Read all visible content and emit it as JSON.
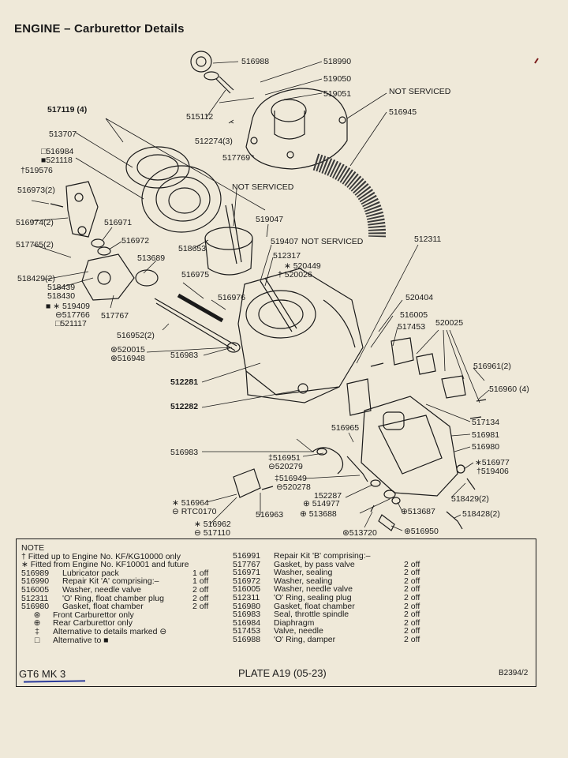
{
  "title": "ENGINE – Carburettor  Details",
  "labels": [
    {
      "id": "516988",
      "text": "516988"
    },
    {
      "id": "518990",
      "text": "518990"
    },
    {
      "id": "519050",
      "text": "519050"
    },
    {
      "id": "519051",
      "text": "519051"
    },
    {
      "id": "not_serviced_1",
      "text": "NOT SERVICED"
    },
    {
      "id": "516945",
      "text": "516945"
    },
    {
      "id": "515112",
      "text": "515112"
    },
    {
      "id": "517119",
      "text": "517119 (4)"
    },
    {
      "id": "513707",
      "text": "513707"
    },
    {
      "id": "516984",
      "text": "□516984"
    },
    {
      "id": "521118",
      "text": "■521118"
    },
    {
      "id": "519576",
      "text": "†519576"
    },
    {
      "id": "512274",
      "text": "512274(3)"
    },
    {
      "id": "517769",
      "text": "517769"
    },
    {
      "id": "not_serviced_2",
      "text": "NOT SERVICED"
    },
    {
      "id": "516973",
      "text": "516973(2)"
    },
    {
      "id": "516974",
      "text": "516974(2)"
    },
    {
      "id": "516971",
      "text": "516971"
    },
    {
      "id": "519047",
      "text": "519047"
    },
    {
      "id": "517765",
      "text": "517765(2)"
    },
    {
      "id": "516972",
      "text": "516972"
    },
    {
      "id": "518653",
      "text": "518653"
    },
    {
      "id": "519407",
      "text": "519407"
    },
    {
      "id": "not_serviced_3",
      "text": "NOT SERVICED"
    },
    {
      "id": "512311",
      "text": "512311"
    },
    {
      "id": "513689",
      "text": "513689"
    },
    {
      "id": "512317",
      "text": "512317"
    },
    {
      "id": "520449",
      "text": "∗ 520449"
    },
    {
      "id": "520026",
      "text": "† 520026"
    },
    {
      "id": "518429a",
      "text": "518429(2)"
    },
    {
      "id": "516975",
      "text": "516975"
    },
    {
      "id": "518439",
      "text": "518439"
    },
    {
      "id": "518430",
      "text": "518430"
    },
    {
      "id": "516976",
      "text": "516976"
    },
    {
      "id": "520404",
      "text": "520404"
    },
    {
      "id": "519409",
      "text": "■ ∗ 519409"
    },
    {
      "id": "517766",
      "text": "⊖517766"
    },
    {
      "id": "521117",
      "text": "□521117"
    },
    {
      "id": "517767",
      "text": "517767"
    },
    {
      "id": "516005",
      "text": "516005"
    },
    {
      "id": "517453",
      "text": "517453"
    },
    {
      "id": "520025",
      "text": "520025"
    },
    {
      "id": "516952",
      "text": "516952(2)"
    },
    {
      "id": "520015",
      "text": "⊛520015"
    },
    {
      "id": "516948",
      "text": "⊕516948"
    },
    {
      "id": "516983a",
      "text": "516983"
    },
    {
      "id": "516961",
      "text": "516961(2)"
    },
    {
      "id": "516960",
      "text": "516960 (4)"
    },
    {
      "id": "512281",
      "text": "512281"
    },
    {
      "id": "512282",
      "text": "512282"
    },
    {
      "id": "517134",
      "text": "517134"
    },
    {
      "id": "516965",
      "text": "516965"
    },
    {
      "id": "516981",
      "text": "516981"
    },
    {
      "id": "516980",
      "text": "516980"
    },
    {
      "id": "516983b",
      "text": "516983"
    },
    {
      "id": "516951",
      "text": "‡516951"
    },
    {
      "id": "520279",
      "text": "⊖520279"
    },
    {
      "id": "516977",
      "text": "∗516977"
    },
    {
      "id": "519406",
      "text": "†519406"
    },
    {
      "id": "516949",
      "text": "‡516949"
    },
    {
      "id": "520278",
      "text": "⊖520278"
    },
    {
      "id": "152287",
      "text": "152287"
    },
    {
      "id": "514977",
      "text": "⊕ 514977"
    },
    {
      "id": "518429b",
      "text": "518429(2)"
    },
    {
      "id": "516964",
      "text": "∗ 516964"
    },
    {
      "id": "rtc0170",
      "text": "⊖ RTC0170"
    },
    {
      "id": "513687",
      "text": "⊕513687"
    },
    {
      "id": "513688",
      "text": "⊕ 513688"
    },
    {
      "id": "518428",
      "text": "518428(2)"
    },
    {
      "id": "516963",
      "text": "516963"
    },
    {
      "id": "516962",
      "text": "∗ 516962"
    },
    {
      "id": "517110",
      "text": "⊖ 517110"
    },
    {
      "id": "513720",
      "text": "⊛513720"
    },
    {
      "id": "516950",
      "text": "⊛516950"
    }
  ],
  "notes": {
    "heading": "NOTE",
    "lines_left": [
      {
        "pn": "",
        "desc": "† Fitted up to Engine No. KF/KG10000 only",
        "qty": ""
      },
      {
        "pn": "",
        "desc": "∗ Fitted from Engine No. KF10001 and future",
        "qty": ""
      },
      {
        "pn": "516989",
        "desc": "Lubricator pack",
        "qty": "1 off"
      },
      {
        "pn": "516990",
        "desc": "Repair Kit 'A' comprising:–",
        "qty": "1 off"
      },
      {
        "pn": "516005",
        "desc": "Washer, needle valve",
        "qty": "2 off"
      },
      {
        "pn": "512311",
        "desc": "'O' Ring, float chamber plug",
        "qty": "2 off"
      },
      {
        "pn": "516980",
        "desc": "Gasket, float chamber",
        "qty": "2 off"
      }
    ],
    "symbols": [
      {
        "sym": "⊛",
        "desc": "Front Carburettor only"
      },
      {
        "sym": "⊕",
        "desc": "Rear Carburettor only"
      },
      {
        "sym": "‡",
        "desc": "Alternative to details marked ⊖"
      },
      {
        "sym": "□",
        "desc": "Alternative to ■"
      }
    ],
    "lines_right": [
      {
        "pn": "516991",
        "desc": "Repair Kit 'B' comprising:–",
        "qty": ""
      },
      {
        "pn": "517767",
        "desc": "Gasket, by pass valve",
        "qty": "2 off"
      },
      {
        "pn": "516971",
        "desc": "Washer, sealing",
        "qty": "2 off"
      },
      {
        "pn": "516972",
        "desc": "Washer, sealing",
        "qty": "2 off"
      },
      {
        "pn": "516005",
        "desc": "Washer, needle valve",
        "qty": "2 off"
      },
      {
        "pn": "512311",
        "desc": "'O' Ring, sealing plug",
        "qty": "2 off"
      },
      {
        "pn": "516980",
        "desc": "Gasket, float chamber",
        "qty": "2 off"
      },
      {
        "pn": "516983",
        "desc": "Seal, throttle spindle",
        "qty": "2 off"
      },
      {
        "pn": "516984",
        "desc": "Diaphragm",
        "qty": "2 off"
      },
      {
        "pn": "517453",
        "desc": "Valve, needle",
        "qty": "2 off"
      },
      {
        "pn": "516988",
        "desc": "'O' Ring, damper",
        "qty": "2 off"
      }
    ]
  },
  "footer": {
    "model": "GT6 MK 3",
    "plate": "PLATE A19 (05-23)",
    "ref": "B2394/2"
  },
  "colors": {
    "paper": "#efe9d9",
    "ink": "#1a1a1a",
    "pen": "#2a3a9a"
  }
}
